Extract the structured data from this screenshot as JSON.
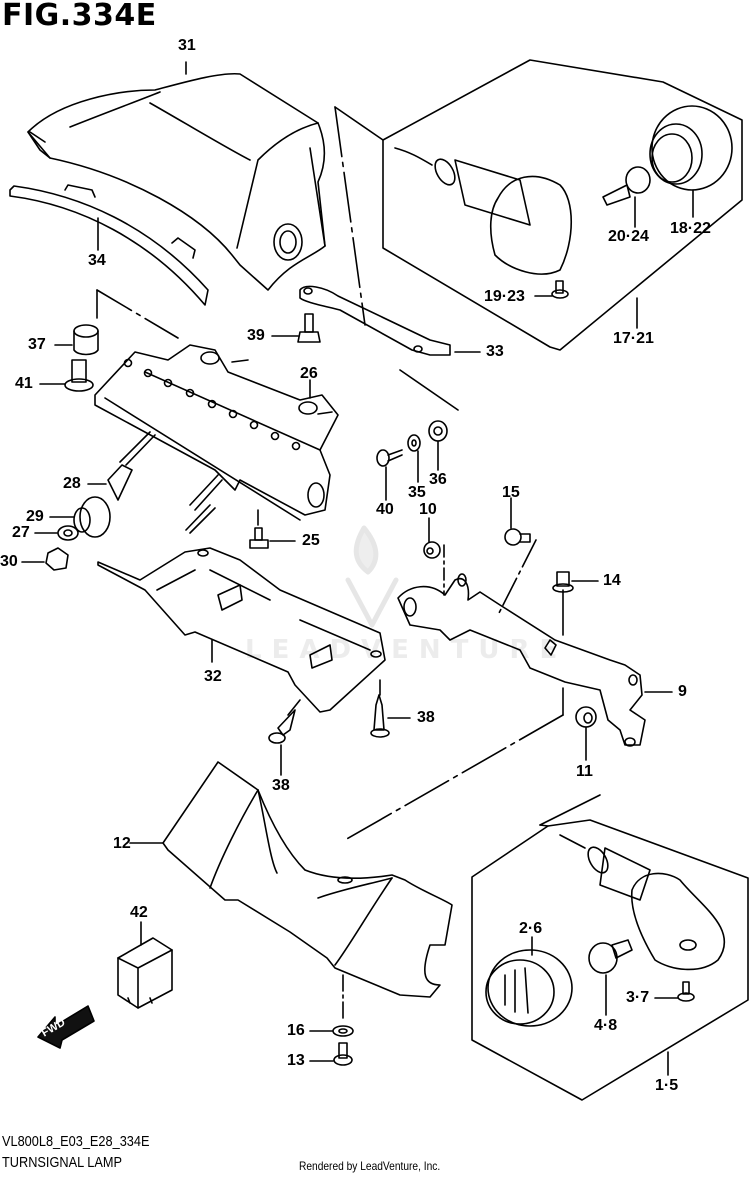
{
  "figure": {
    "title": "FIG.334E",
    "model_code": "VL800L8_E03_E28_334E",
    "section_name": "TURNSIGNAL LAMP",
    "credit": "Rendered by LeadVenture, Inc.",
    "watermark": "LEADVENTURE",
    "forward_indicator": "FWD"
  },
  "callouts": [
    {
      "id": "31",
      "text": "31",
      "part": "rear-fender-cover"
    },
    {
      "id": "34",
      "text": "34",
      "part": "cover-trim-strip"
    },
    {
      "id": "37",
      "text": "37",
      "part": "cushion-grommet"
    },
    {
      "id": "41",
      "text": "41",
      "part": "bolt"
    },
    {
      "id": "39",
      "text": "39",
      "part": "bolt"
    },
    {
      "id": "26",
      "text": "26",
      "part": "mounting-stud"
    },
    {
      "id": "28",
      "text": "28",
      "part": "spacer"
    },
    {
      "id": "29",
      "text": "29",
      "part": "cushion"
    },
    {
      "id": "27",
      "text": "27",
      "part": "washer"
    },
    {
      "id": "30",
      "text": "30",
      "part": "nut"
    },
    {
      "id": "25",
      "text": "25",
      "part": "bolt"
    },
    {
      "id": "32",
      "text": "32",
      "part": "bracket"
    },
    {
      "id": "38a",
      "text": "38",
      "part": "clip"
    },
    {
      "id": "38b",
      "text": "38",
      "part": "clip"
    },
    {
      "id": "33",
      "text": "33",
      "part": "stay"
    },
    {
      "id": "40",
      "text": "40",
      "part": "screw"
    },
    {
      "id": "35",
      "text": "35",
      "part": "washer"
    },
    {
      "id": "36",
      "text": "36",
      "part": "cushion"
    },
    {
      "id": "10",
      "text": "10",
      "part": "cushion"
    },
    {
      "id": "15",
      "text": "15",
      "part": "bolt"
    },
    {
      "id": "14",
      "text": "14",
      "part": "spacer"
    },
    {
      "id": "9",
      "text": "9",
      "part": "turnsignal-bracket"
    },
    {
      "id": "11",
      "text": "11",
      "part": "nut"
    },
    {
      "id": "12",
      "text": "12",
      "part": "lower-cover"
    },
    {
      "id": "42",
      "text": "42",
      "part": "relay"
    },
    {
      "id": "16",
      "text": "16",
      "part": "washer"
    },
    {
      "id": "13",
      "text": "13",
      "part": "screw"
    },
    {
      "id": "20-24",
      "text": "20·24",
      "part": "bulb"
    },
    {
      "id": "18-22",
      "text": "18·22",
      "part": "lens"
    },
    {
      "id": "19-23",
      "text": "19·23",
      "part": "screw"
    },
    {
      "id": "17-21",
      "text": "17·21",
      "part": "rear-turnsignal-assembly"
    },
    {
      "id": "2-6",
      "text": "2·6",
      "part": "lens"
    },
    {
      "id": "4-8",
      "text": "4·8",
      "part": "bulb"
    },
    {
      "id": "3-7",
      "text": "3·7",
      "part": "screw"
    },
    {
      "id": "1-5",
      "text": "1·5",
      "part": "turnsignal-lamp-assembly"
    }
  ]
}
